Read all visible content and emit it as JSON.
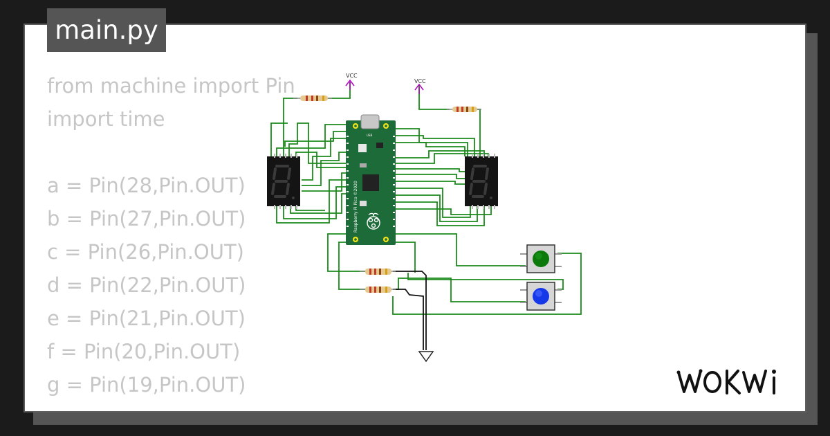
{
  "file_tab": {
    "label": "main.py"
  },
  "code_lines": [
    "from machine import Pin",
    "import time",
    "",
    "a = Pin(28,Pin.OUT)",
    "b = Pin(27,Pin.OUT)",
    "c = Pin(26,Pin.OUT)",
    "d = Pin(22,Pin.OUT)",
    "e = Pin(21,Pin.OUT)",
    "f = Pin(20,Pin.OUT)",
    "g = Pin(19,Pin.OUT)"
  ],
  "circuit": {
    "vcc_left_label": "VCC",
    "vcc_right_label": "VCC",
    "pico_label": "Raspberry Pi Pico ©2020",
    "usb_label": "USB",
    "buttons": [
      {
        "name": "green-pushbutton",
        "color": "#0b7a0b"
      },
      {
        "name": "blue-pushbutton",
        "color": "#1538e8"
      }
    ]
  },
  "colors": {
    "wire": "#1a8a1a",
    "ground_wire": "#111111",
    "vcc": "#b000c0",
    "board": "#1e6b3a",
    "background": "#1b1b1b",
    "card": "#ffffff",
    "code_text": "#c6c6c6"
  },
  "brand": {
    "logo": "WOKWI"
  }
}
